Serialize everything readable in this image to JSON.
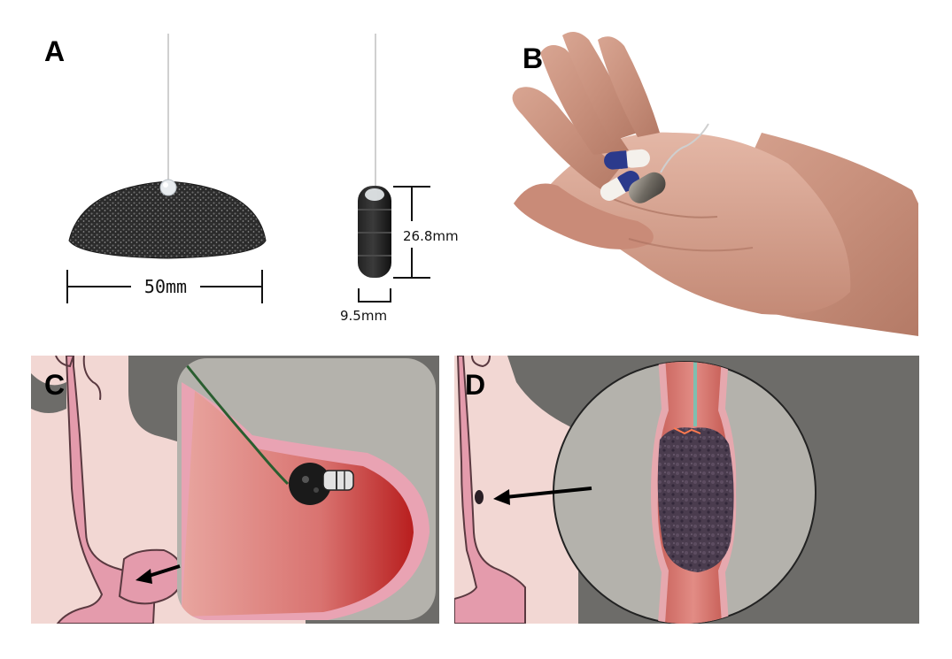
{
  "figure": {
    "panels": [
      {
        "id": "A",
        "letter": "A"
      },
      {
        "id": "B",
        "letter": "B"
      },
      {
        "id": "C",
        "letter": "C"
      },
      {
        "id": "D",
        "letter": "D"
      }
    ],
    "panel_a": {
      "sponge_width_label": "50mm",
      "capsule_length_label": "26.8mm",
      "capsule_diameter_label": "9.5mm"
    }
  },
  "colors": {
    "tissue_bg": "#f2d7d3",
    "organ_pink": "#e49bac",
    "dark_gray": "#6d6c69",
    "inset_gray": "#b4b2ac",
    "stomach_red": "#b81e1e",
    "sponge_black": "#2e2e2e",
    "specimen_purple": "#4a3c4e"
  },
  "icons": [
    "sponge-icon",
    "capsule-icon",
    "hand-icon",
    "esophagus-icon",
    "stomach-icon",
    "arrow-icon"
  ]
}
